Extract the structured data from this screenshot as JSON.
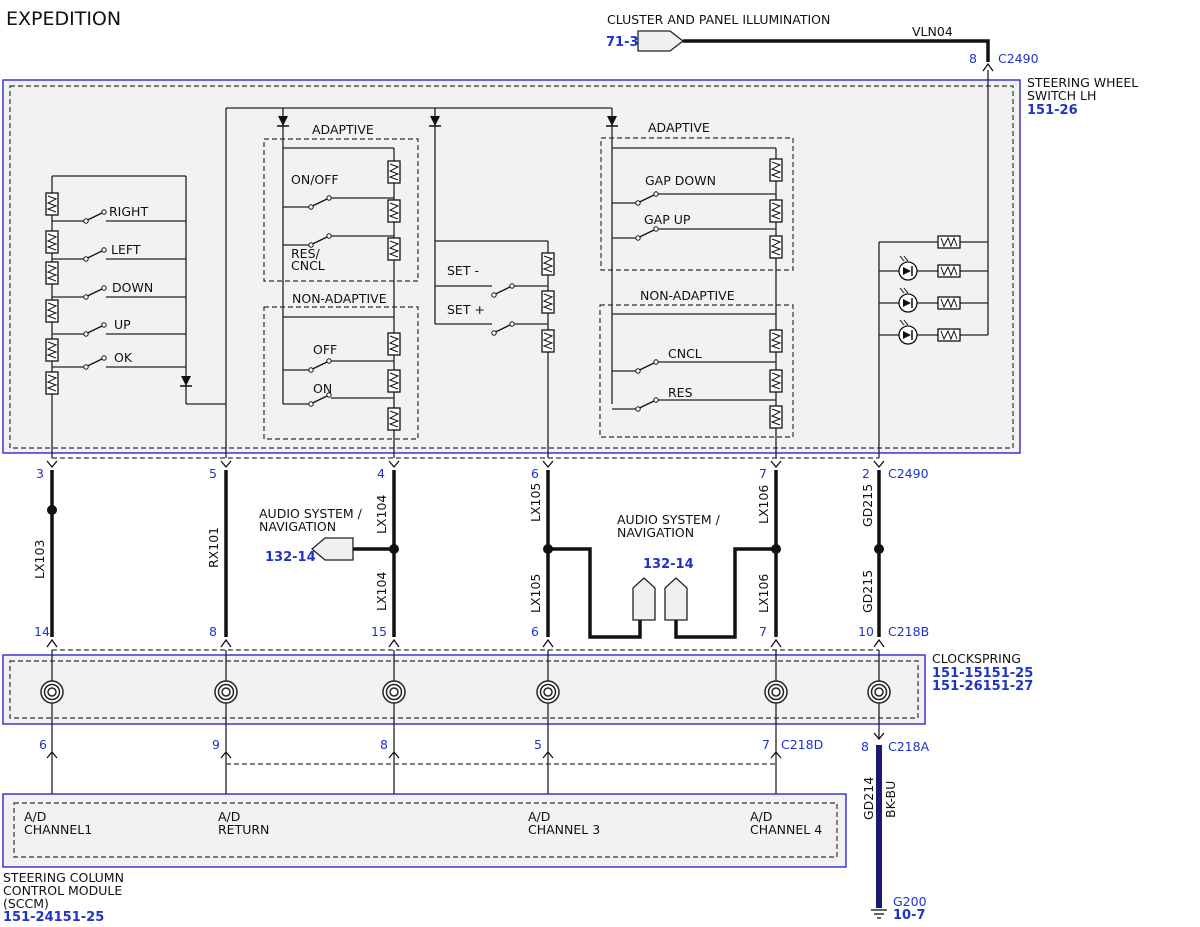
{
  "title": "EXPEDITION",
  "illumination": {
    "label": "CLUSTER AND PANEL ILLUMINATION",
    "ref": "71-3",
    "wire": "VLN04",
    "pin": "8",
    "connector": "C2490"
  },
  "steering_wheel_switch": {
    "name_line1": "STEERING WHEEL",
    "name_line2": "SWITCH LH",
    "ref": "151-26"
  },
  "switch_ladder": {
    "labels": [
      "RIGHT",
      "LEFT",
      "DOWN",
      "UP",
      "OK"
    ]
  },
  "adaptive_left": {
    "group1": "ADAPTIVE",
    "on_off": "ON/OFF",
    "res_1": "RES/",
    "res_2": "CNCL",
    "group2": "NON-ADAPTIVE",
    "off": "OFF",
    "on": "ON"
  },
  "set_group": {
    "minus": "SET -",
    "plus": "SET +"
  },
  "adaptive_right": {
    "group1": "ADAPTIVE",
    "gap_down": "GAP DOWN",
    "gap_up": "GAP UP",
    "group2": "NON-ADAPTIVE",
    "cncl": "CNCL",
    "res": "RES"
  },
  "top_pins": [
    "3",
    "5",
    "4",
    "6",
    "7",
    "2"
  ],
  "top_connector": "C2490",
  "wires_upper": [
    "LX103",
    "RX101",
    "LX104",
    "LX105",
    "LX106",
    "GD215"
  ],
  "wires_lower": [
    "LX104",
    "LX105",
    "LX106",
    "GD215"
  ],
  "audio_left": {
    "line1": "AUDIO SYSTEM /",
    "line2": "NAVIGATION",
    "ref": "132-14"
  },
  "audio_center": {
    "line1": "AUDIO SYSTEM /",
    "line2": "NAVIGATION",
    "ref": "132-14"
  },
  "clockspring_top_pins": [
    "14",
    "8",
    "15",
    "6",
    "7",
    "10"
  ],
  "clockspring_top_connector": "C218B",
  "clockspring": {
    "label": "CLOCKSPRING",
    "ref1": "151-15151-25",
    "ref2": "151-26151-27"
  },
  "clockspring_bottom_pins": [
    "6",
    "9",
    "8",
    "5",
    "7"
  ],
  "clockspring_bottom_connector": "C218D",
  "ground_pin": {
    "pin": "8",
    "connector": "C218A",
    "wire": "GD214",
    "color": "BK-BU",
    "ground": "G200",
    "ref": "10-7"
  },
  "sccm_channels": [
    {
      "line1": "A/D",
      "line2": "CHANNEL1"
    },
    {
      "line1": "A/D",
      "line2": "RETURN"
    },
    {
      "line1": "A/D",
      "line2": "CHANNEL 3"
    },
    {
      "line1": "A/D",
      "line2": "CHANNEL 4"
    }
  ],
  "sccm": {
    "line1": "STEERING COLUMN",
    "line2": "CONTROL MODULE",
    "line3": "(SCCM)",
    "ref": "151-24151-25"
  }
}
